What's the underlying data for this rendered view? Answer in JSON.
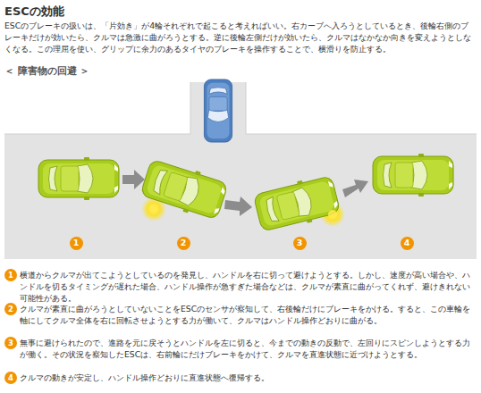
{
  "diagram": {
    "title": "ESCの効能",
    "nodes": [
      {
        "text": [
          "1"
        ]
      },
      {
        "text": [
          "2"
        ]
      },
      {
        "text": [
          "3"
        ]
      },
      {
        "text": [
          "4"
        ]
      },
      {
        "text": [
          "1"
        ]
      },
      {
        "text": [
          "2"
        ]
      },
      {
        "text": [
          "3"
        ]
      },
      {
        "text": [
          "4"
        ]
      }
    ],
    "labels": [
      "ESCのブレーキの扱いは、「片効き」が4輪それぞれで起こると考えればいい。右カーブへ入ろうとしているとき、後輪右側のブレーキだけが効いたら、クルマは急激に曲がろうとする。逆に後輪左側だけが効いたら、クルマはなかなか向きを変えようとしなくなる。この理屈を使い、グリップに余力のあるタイヤのブレーキを操作することで、横滑りを防止する。",
      "＜ 障害物の回避 ＞",
      "横道からクルマが出てこようとしているのを発見し、ハンドルを右に切って避けようとする。しかし、速度が高い場合や、ハンドルを切るタイミングが遅れた場合、ハンドル操作が急すぎた場合などは、クルマが素直に曲がってくれず、避けきれない可能性がある。",
      "クルマが素直に曲がろうとしていないことをESCのセンサが察知して、右後輪だけにブレーキをかける。すると、この車輪を軸にしてクルマ全体を右に回転させようとする力が働いて、クルマはハンドル操作どおりに曲がる。",
      "無事に避けられたので、進路を元に戻そうとハンドルを左に切ると、今までの動きの反動で、左回りにスピンしようとする力が働く。その状況を察知したESCは、右前輪にだけブレーキをかけて、クルマを直進状態に近づけようとする。",
      "クルマの動きが安定し、ハンドル操作どおりに直進状態へ復帰する。"
    ]
  }
}
